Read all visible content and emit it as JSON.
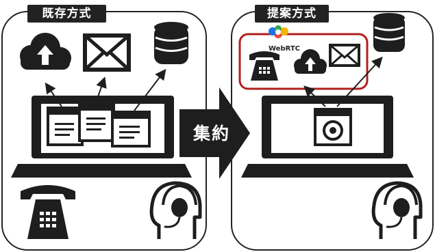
{
  "labels": {
    "existing": "既存方式",
    "proposed": "提案方式",
    "arrow": "集約",
    "webrtc": "WebRTC"
  },
  "colors": {
    "ink": "#1e1e1e",
    "highlight": "#b0201e"
  },
  "icons": {
    "left": [
      "cloud-upload-icon",
      "mail-icon",
      "database-icon",
      "browser-window-icon",
      "laptop-icon",
      "telephone-icon",
      "headset-agent-icon"
    ],
    "right": [
      "webrtc-logo-icon",
      "telephone-icon",
      "cloud-upload-icon",
      "mail-icon",
      "database-icon",
      "chrome-icon",
      "laptop-icon",
      "headset-agent-icon"
    ]
  }
}
